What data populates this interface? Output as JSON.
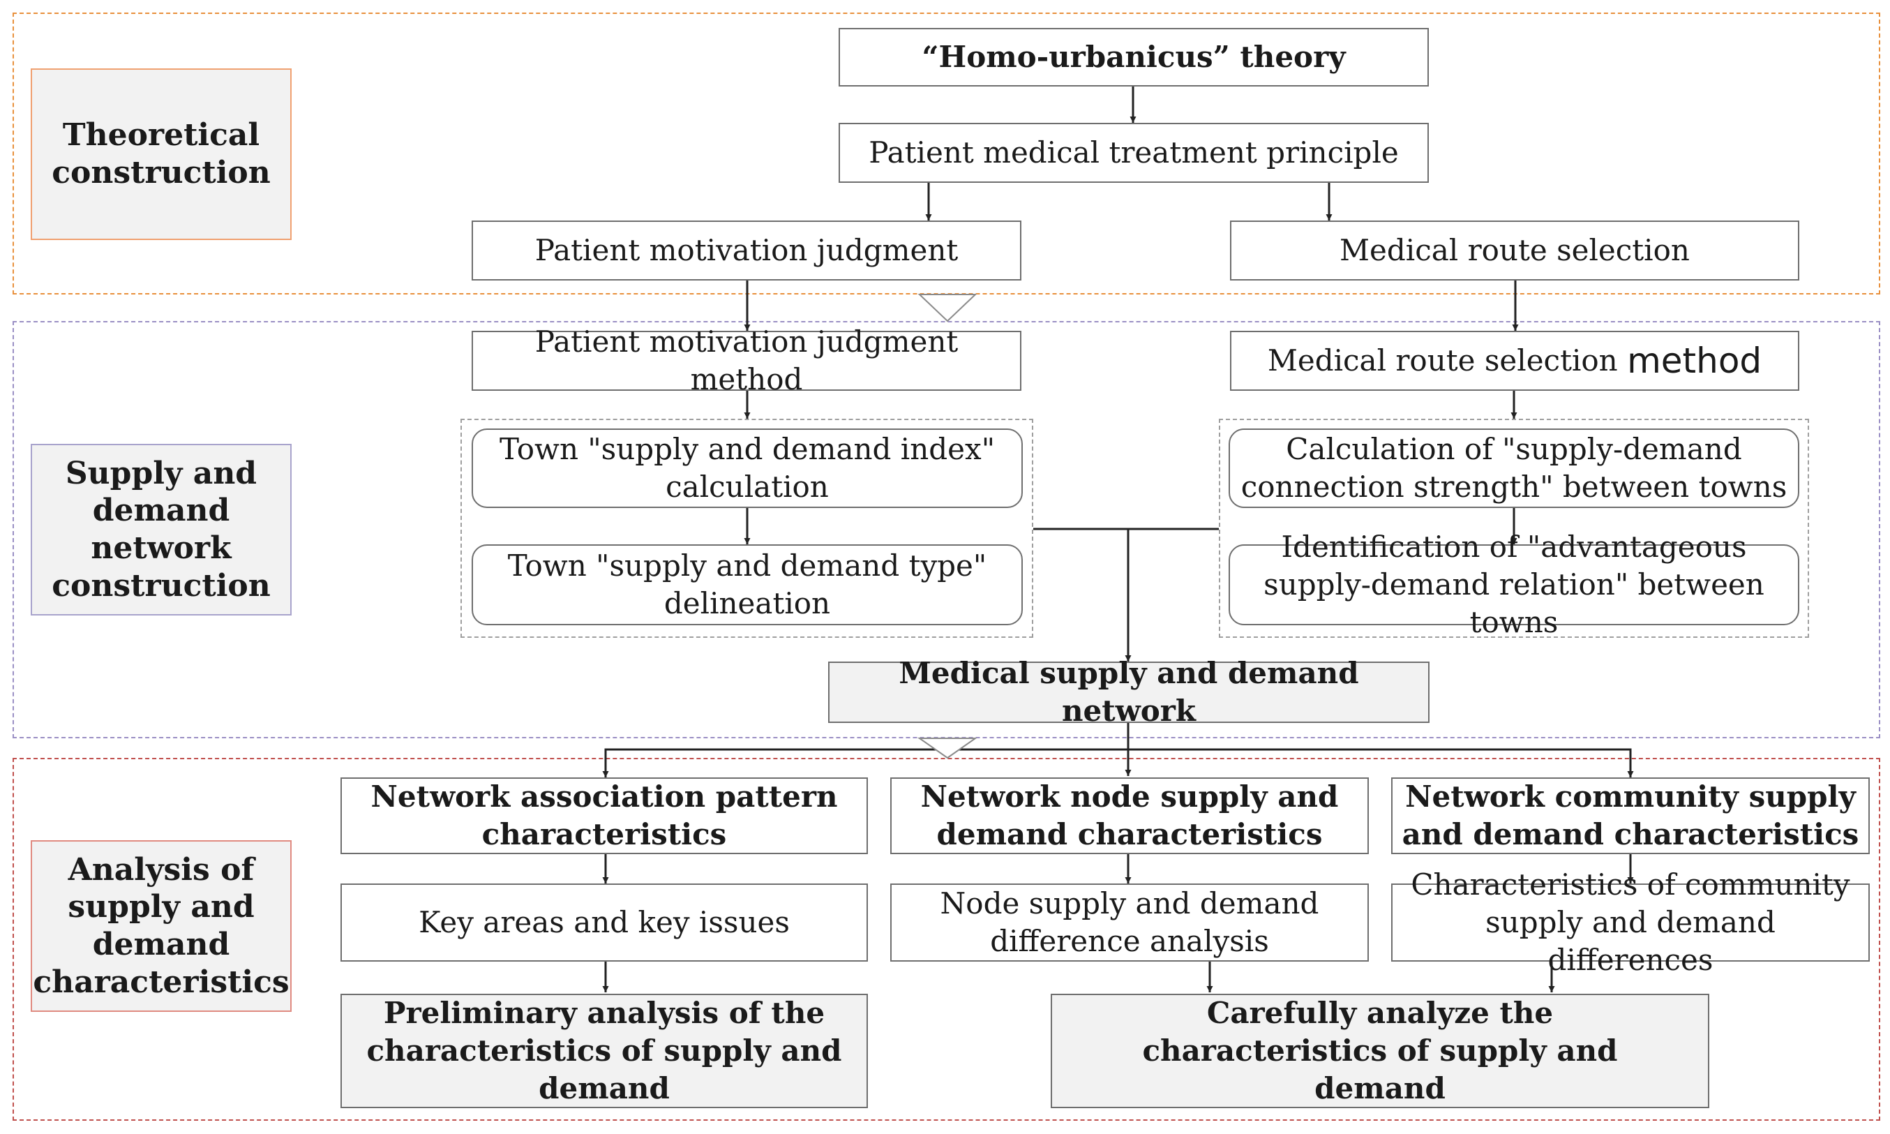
{
  "sections": [
    {
      "label": "Theoretical construction"
    },
    {
      "label": "Supply and demand network construction"
    },
    {
      "label": "Analysis of supply and demand characteristics"
    }
  ],
  "theory": {
    "homo": "“Homo-urbanicus” theory",
    "principle": "Patient medical treatment principle",
    "motivation": "Patient motivation judgment",
    "route": "Medical route selection"
  },
  "network": {
    "motivation_method": "Patient motivation judgment method",
    "route_method_prefix": "Medical route selection ",
    "route_method_suffix": "method",
    "supply_index": "Town \"supply and demand index\" calculation",
    "supply_type": "Town \"supply and demand type\" delineation",
    "connection_strength": "Calculation of \"supply-demand connection strength\" between towns",
    "advantageous_relation": "Identification of \"advantageous supply-demand relation\" between towns",
    "network_result": "Medical supply and demand network"
  },
  "analysis": {
    "pattern": "Network association pattern characteristics",
    "node": "Network node supply and demand characteristics",
    "community": "Network community supply and demand characteristics",
    "key_areas": "Key areas and key issues",
    "node_diff": "Node supply and demand difference analysis",
    "community_diff": "Characteristics of community supply and demand differences",
    "preliminary": "Preliminary analysis of the characteristics of supply and demand",
    "careful": "Carefully analyze the characteristics of supply and demand"
  }
}
